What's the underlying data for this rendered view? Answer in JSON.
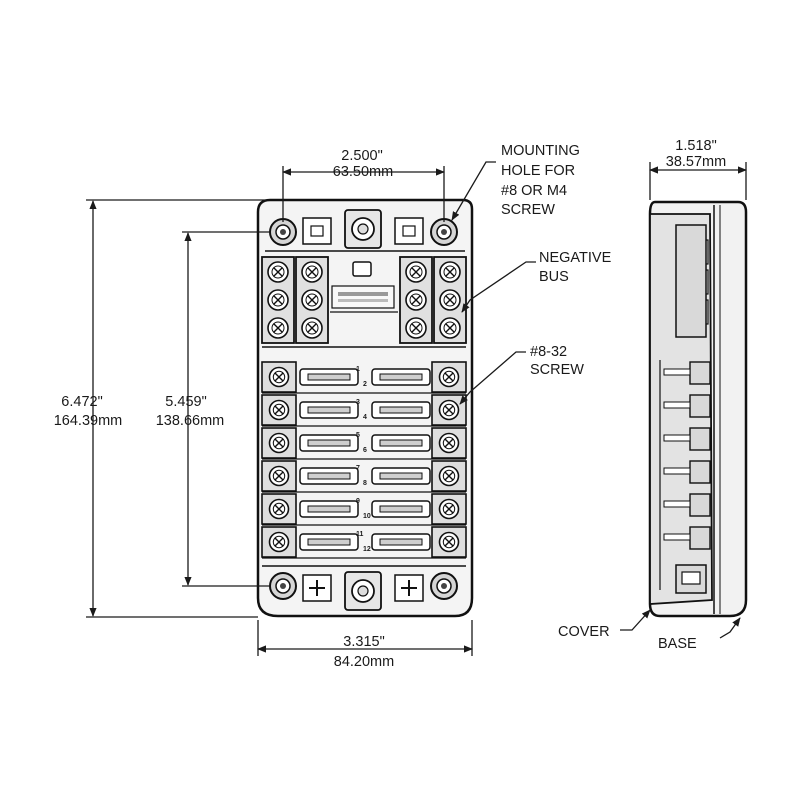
{
  "dimensions": {
    "top_width_in": "2.500\"",
    "top_width_mm": "63.50mm",
    "overall_height_in": "6.472\"",
    "overall_height_mm": "164.39mm",
    "hole_spacing_in": "5.459\"",
    "hole_spacing_mm": "138.66mm",
    "bottom_width_in": "3.315\"",
    "bottom_width_mm": "84.20mm",
    "side_depth_in": "1.518\"",
    "side_depth_mm": "38.57mm"
  },
  "callouts": {
    "mounting_hole_line1": "MOUNTING",
    "mounting_hole_line2": "HOLE FOR",
    "mounting_hole_line3": "#8 OR M4",
    "mounting_hole_line4": "SCREW",
    "negative_bus_line1": "NEGATIVE",
    "negative_bus_line2": "BUS",
    "screw_line1": "#8-32",
    "screw_line2": "SCREW",
    "cover": "COVER",
    "base": "BASE"
  },
  "fuse_numbers": [
    "1",
    "2",
    "3",
    "4",
    "5",
    "6",
    "7",
    "8",
    "9",
    "10",
    "11",
    "12"
  ]
}
